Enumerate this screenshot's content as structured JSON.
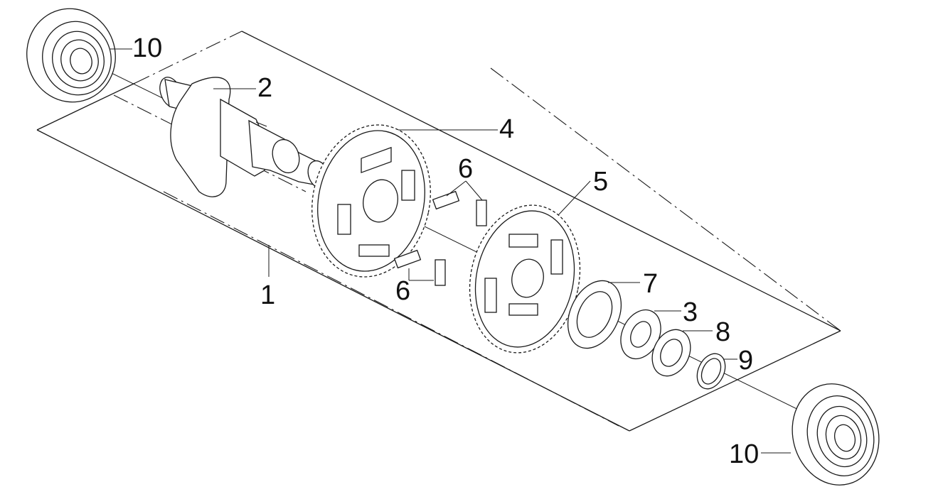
{
  "diagram": {
    "callouts": [
      {
        "id": "10a",
        "text": "10"
      },
      {
        "id": "2",
        "text": "2"
      },
      {
        "id": "4",
        "text": "4"
      },
      {
        "id": "6a",
        "text": "6"
      },
      {
        "id": "5",
        "text": "5"
      },
      {
        "id": "1",
        "text": "1"
      },
      {
        "id": "6b",
        "text": "6"
      },
      {
        "id": "7",
        "text": "7"
      },
      {
        "id": "3",
        "text": "3"
      },
      {
        "id": "8",
        "text": "8"
      },
      {
        "id": "9",
        "text": "9"
      },
      {
        "id": "10b",
        "text": "10"
      }
    ]
  }
}
